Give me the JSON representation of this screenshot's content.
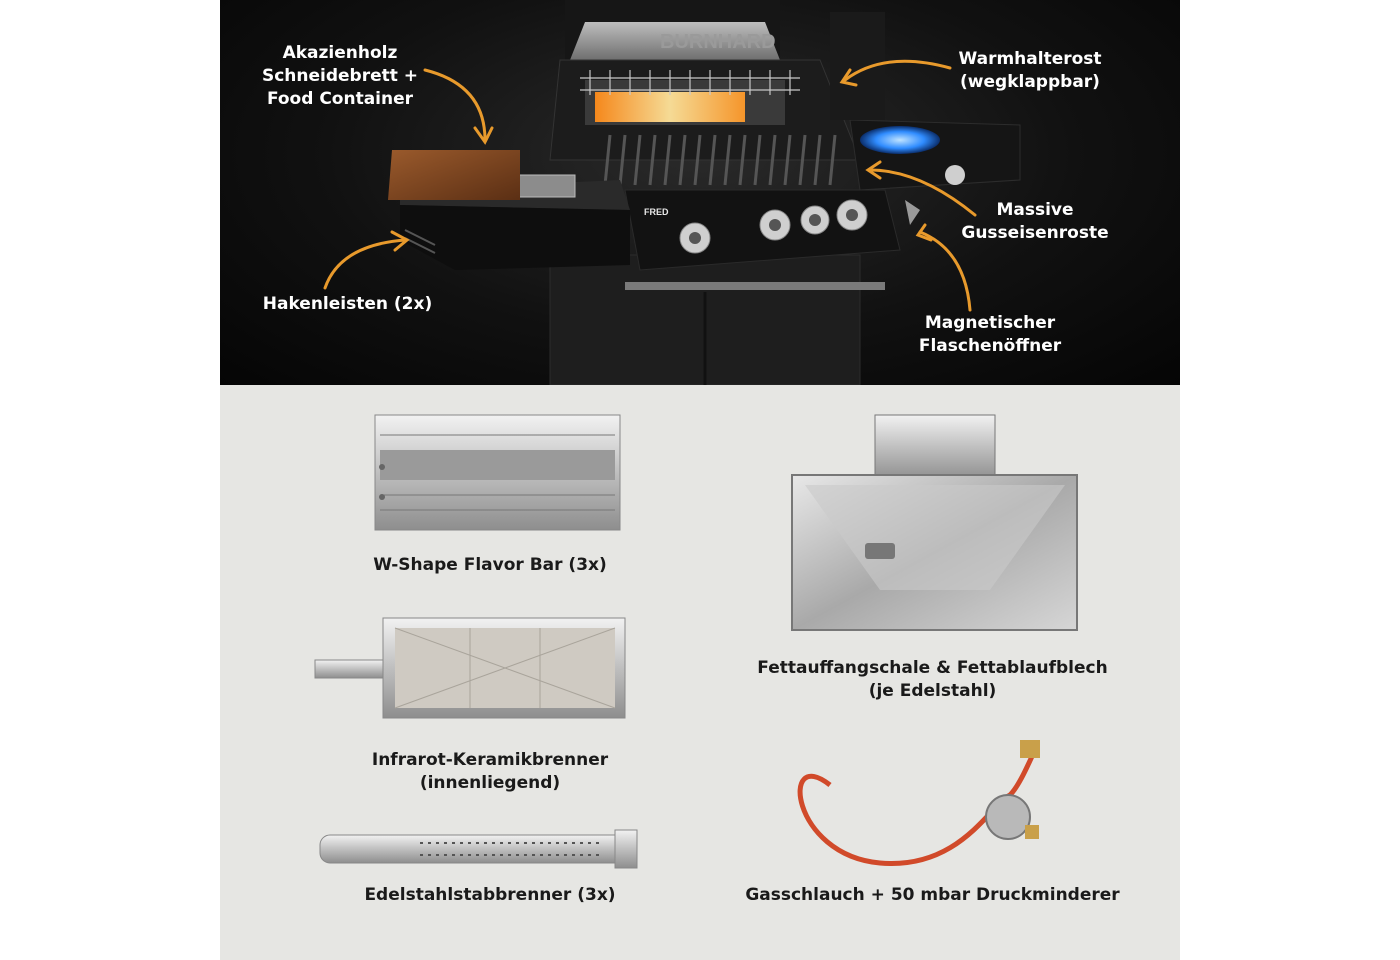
{
  "callouts": {
    "acacia": "Akazienholz\nSchneidebrett +\nFood Container",
    "warming_rack": "Warmhalterost\n(wegklappbar)",
    "cast_iron": "Massive\nGusseisenroste",
    "hooks": "Hakenleisten (2x)",
    "bottle_opener": "Magnetischer\nFlaschenöffner"
  },
  "grill": {
    "brand": "BURNHARD",
    "model": "FRED"
  },
  "parts": {
    "flavor_bar": "W-Shape Flavor Bar (3x)",
    "grease_tray": "Fettauffangschale & Fettablaufblech\n(je Edelstahl)",
    "infrared_burner": "Infrarot-Keramikbrenner\n(innenliegend)",
    "tube_burner": "Edelstahlstabbrenner (3x)",
    "gas_hose": "Gasschlauch + 50 mbar Druckminderer"
  },
  "colors": {
    "arrow": "#e89a2c",
    "dark_bg": "#0d0d0d",
    "light_bg": "#e6e6e3",
    "flame": "#2f8cff",
    "heat": "#ffb347"
  }
}
